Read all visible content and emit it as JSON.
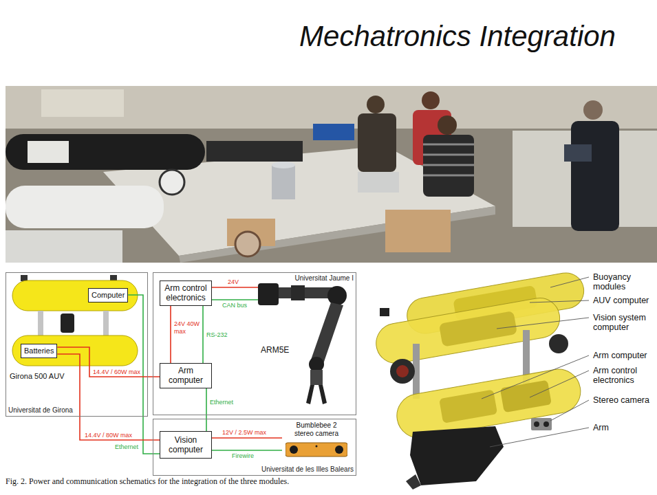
{
  "diagram": {
    "title": "Mechatronics Integration",
    "caption": "Fig. 2. Power and communication schematics for the integration of the three modules.",
    "nodes": [
      {
        "text": [
          "Universitat de Girona"
        ]
      },
      {
        "text": [
          "Computer"
        ],
        "in": 0
      },
      {
        "text": [
          "Batteries"
        ],
        "in": 0
      },
      {
        "text": [
          "Universitat Jaume I"
        ]
      },
      {
        "text": [
          "Arm control electronics"
        ],
        "in": 3
      },
      {
        "text": [
          "ARM5E"
        ],
        "in": 3
      },
      {
        "text": [
          "Arm computer"
        ],
        "in": 3
      },
      {
        "text": [
          "Universitat de les Illes Balears"
        ]
      },
      {
        "text": [
          "Vision computer"
        ],
        "in": 7
      },
      {
        "text": [
          "Bumblebee 2 stereo camera"
        ],
        "in": 7
      }
    ],
    "edges": [
      {
        "from": 1,
        "to": 8,
        "arrow": "none",
        "label": "Ethernet"
      },
      {
        "from": 2,
        "to": 6,
        "arrow": "none",
        "label": "14.4V / 60W max"
      },
      {
        "from": 2,
        "to": 8,
        "arrow": "none",
        "label": "14.4V / 80W max"
      },
      {
        "from": 6,
        "to": 4,
        "arrow": "none",
        "label": "24V 40W max"
      },
      {
        "from": 6,
        "to": 4,
        "arrow": "none",
        "label": "RS-232"
      },
      {
        "from": 4,
        "to": 5,
        "arrow": "none",
        "label": "24V"
      },
      {
        "from": 4,
        "to": 5,
        "arrow": "none",
        "label": "CAN bus"
      },
      {
        "from": 6,
        "to": 8,
        "arrow": "none",
        "label": "Ethernet"
      },
      {
        "from": 8,
        "to": 9,
        "arrow": "none",
        "label": "12V / 2.5W max"
      },
      {
        "from": 8,
        "to": 9,
        "arrow": "none",
        "label": "Firewire"
      }
    ],
    "labels": [
      "Girona 500 AUV",
      "Buoyancy modules",
      "AUV computer",
      "Vision system computer",
      "Arm computer",
      "Arm control electronics",
      "Stereo camera",
      "Arm"
    ]
  }
}
